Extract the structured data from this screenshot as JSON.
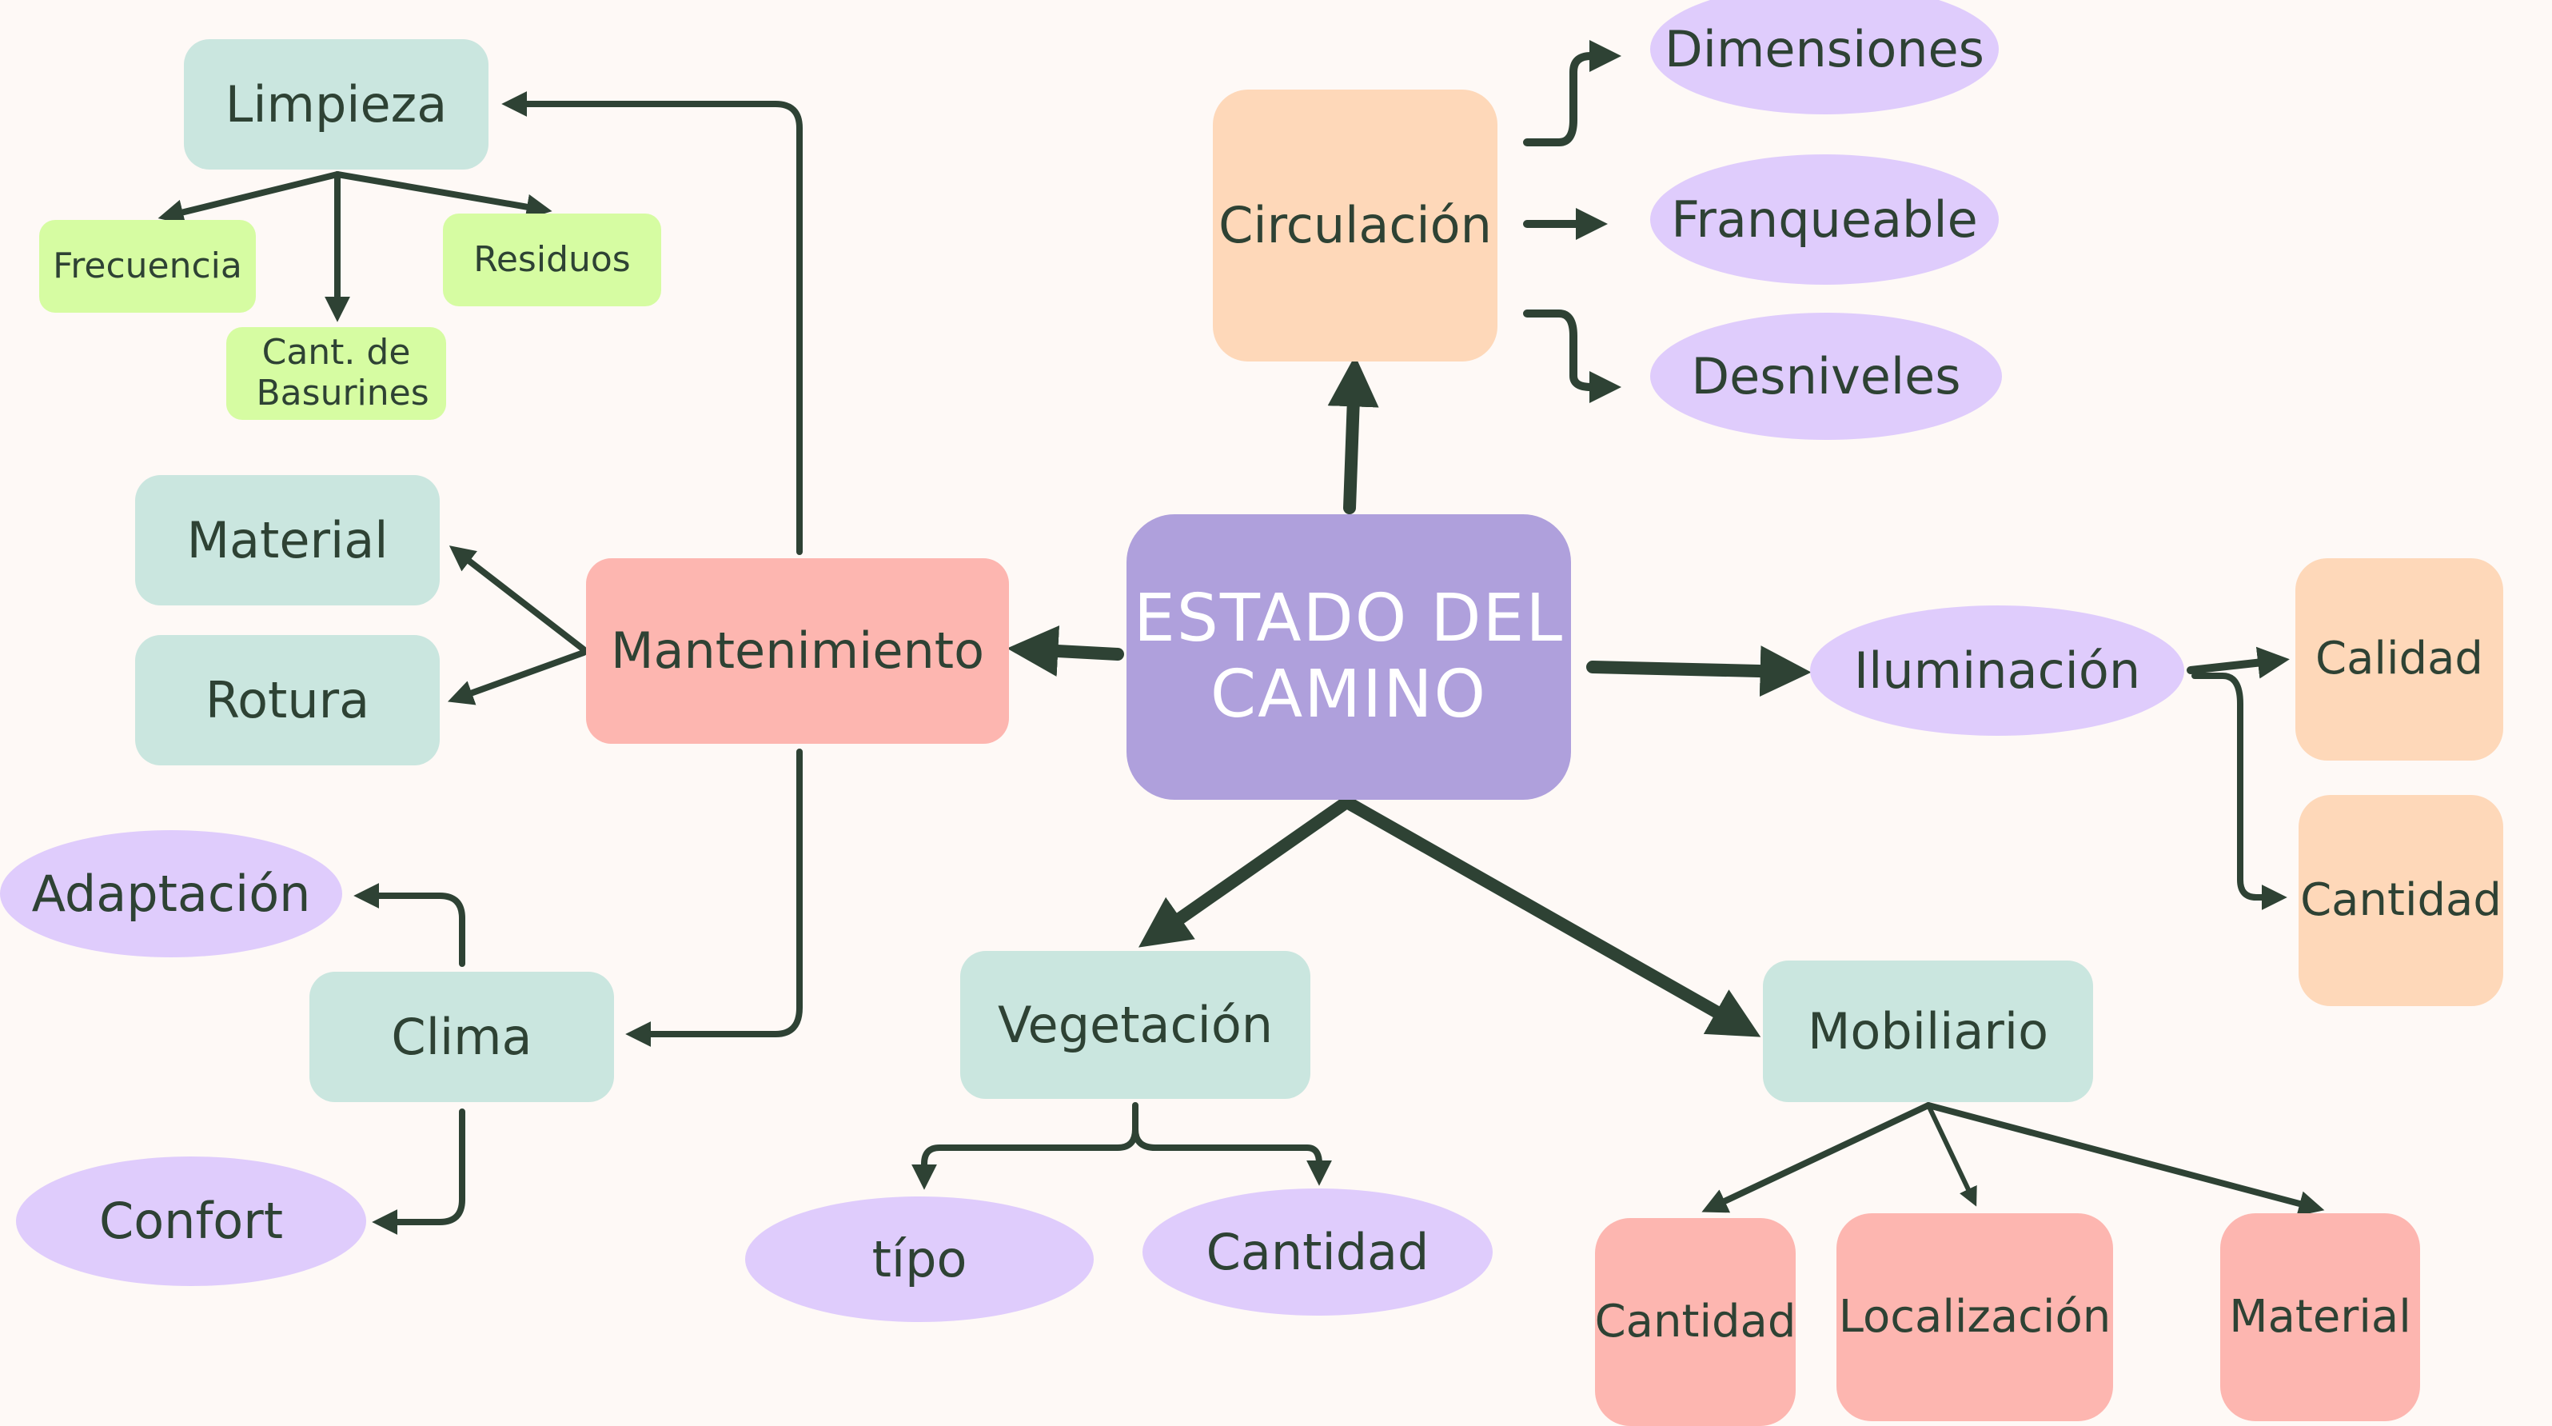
{
  "title": "ESTADO DEL CAMINO",
  "colors": {
    "background": "#fef9f6",
    "line": "#2e4234",
    "center": "#afa0dc",
    "teal": "#cae6df",
    "lime": "#d6fca2",
    "pink": "#fdb6b0",
    "peach": "#fed8b9",
    "lavender": "#dfccfc"
  },
  "nodes": {
    "center": {
      "line1": "ESTADO DEL",
      "line2": "CAMINO"
    },
    "mantenimiento": {
      "label": "Mantenimiento",
      "limpieza": {
        "label": "Limpieza",
        "children": [
          "Frecuencia",
          "Cant. de Basurines",
          "Residuos"
        ]
      },
      "material": "Material",
      "rotura": "Rotura",
      "clima": {
        "label": "Clima",
        "children": [
          "Adaptación",
          "Confort"
        ]
      }
    },
    "circulacion": {
      "label": "Circulación",
      "children": [
        "Dimensiones",
        "Franqueable",
        "Desniveles"
      ]
    },
    "iluminacion": {
      "label": "Iluminación",
      "children": [
        "Calidad",
        "Cantidad"
      ]
    },
    "vegetacion": {
      "label": "Vegetación",
      "children": [
        "típo",
        "Cantidad"
      ]
    },
    "mobiliario": {
      "label": "Mobiliario",
      "children": [
        "Cantidad",
        "Localización",
        "Material"
      ]
    }
  }
}
